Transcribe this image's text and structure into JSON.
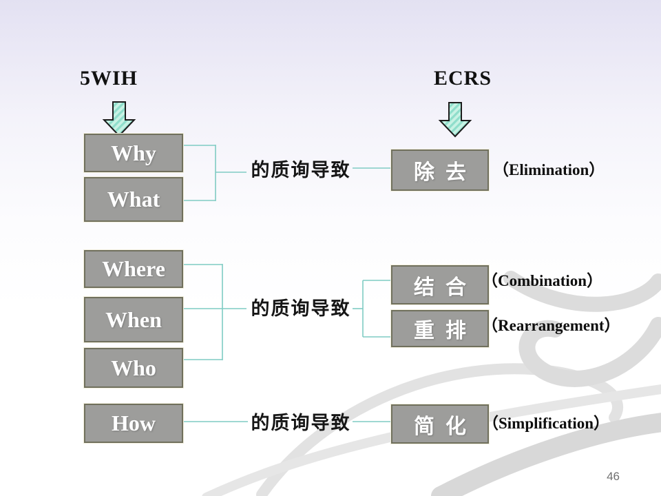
{
  "titles": {
    "left": "5WIH",
    "right": "ECRS"
  },
  "questions": [
    "Why",
    "What",
    "Where",
    "When",
    "Who",
    "How"
  ],
  "connector_label": "的质询导致",
  "results": [
    {
      "zh": "除去",
      "en": "（Elimination）"
    },
    {
      "zh": "结合",
      "en": "（Combination）"
    },
    {
      "zh": "重排",
      "en": "（Rearrangement）"
    },
    {
      "zh": "简化",
      "en": "（Simplification）"
    }
  ],
  "page_number": "46",
  "icons": {
    "left_arrow": "down-arrow-icon",
    "right_arrow": "down-arrow-icon"
  },
  "colors": {
    "box_fill": "#9d9d9b",
    "box_border": "#70705d",
    "connector_line": "#7fcbc3",
    "arrow_fill": "#c8f2e4",
    "arrow_stripe": "#8fdecb",
    "background_top": "#e3e1f2",
    "swirl": "#dcdcdc"
  }
}
